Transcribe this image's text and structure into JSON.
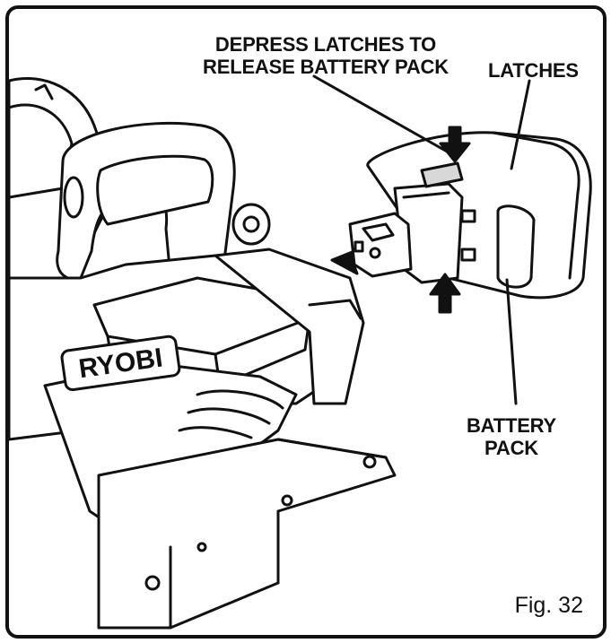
{
  "callouts": {
    "depress": "DEPRESS LATCHES TO\nRELEASE BATTERY PACK",
    "latches": "LATCHES",
    "battery": "BATTERY\nPACK"
  },
  "figure_label": "Fig. 32",
  "brand_text": "RYOBI",
  "colors": {
    "ink": "#111111",
    "paper": "#ffffff",
    "highlight": "#d8d8d8"
  }
}
